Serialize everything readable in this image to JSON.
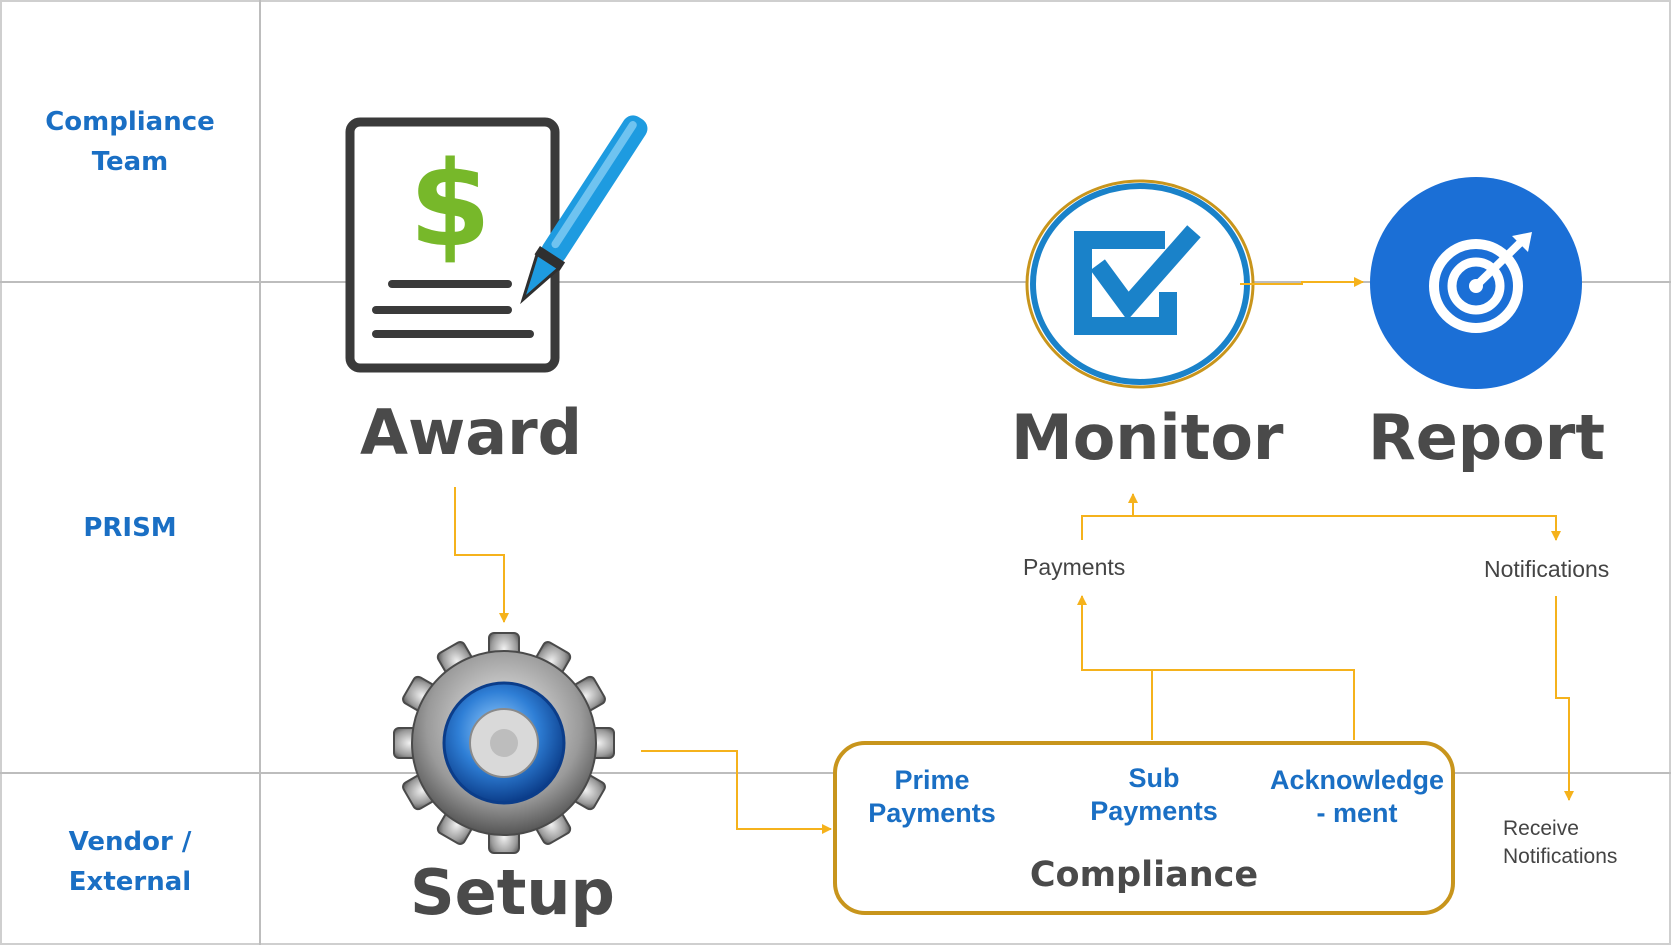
{
  "lanes": {
    "compliance_team": "Compliance\nTeam",
    "prism": "PRISM",
    "vendor_external": "Vendor /\nExternal"
  },
  "steps": {
    "award": "Award",
    "monitor": "Monitor",
    "report": "Report",
    "setup": "Setup"
  },
  "labels": {
    "payments": "Payments",
    "notifications": "Notifications",
    "receive_notifications": "Receive\nNotifications"
  },
  "compliance": {
    "title": "Compliance",
    "items": [
      "Prime\nPayments",
      "Sub\nPayments",
      "Acknowledge\n- ment"
    ]
  },
  "icons": {
    "award": "award-document-pen-icon",
    "monitor": "checkbox-check-icon",
    "report": "target-bullseye-icon",
    "setup": "gear-icon"
  },
  "colors": {
    "lane_label": "#1a6fc4",
    "title": "#4a4a4a",
    "arrow": "#f5b21c",
    "compliance_border": "#c8951c",
    "report_circle": "#1b6fd6",
    "monitor_ring": "#1a82c9",
    "dollar": "#77b82a",
    "pen": "#1e9be0"
  }
}
